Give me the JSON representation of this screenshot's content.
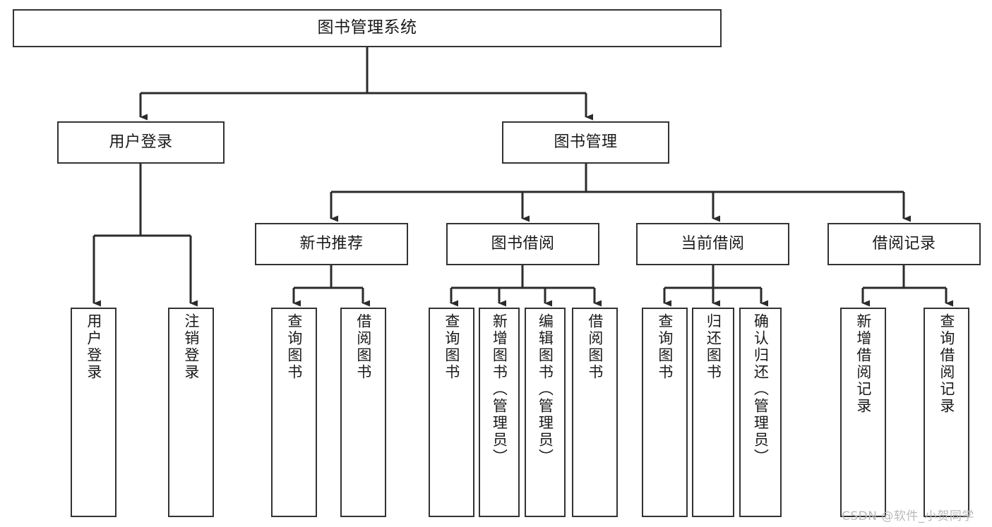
{
  "diagram": {
    "type": "tree",
    "title": "图书管理系统",
    "colors": {
      "background": "#ffffff",
      "box_border": "#333333",
      "box_fill": "#ffffff",
      "connector": "#2b2b2b",
      "text": "#1a1a1a",
      "watermark": "#b9b9b9"
    },
    "root": {
      "label": "图书管理系统"
    },
    "level2": [
      {
        "label": "用户登录"
      },
      {
        "label": "图书管理"
      }
    ],
    "level3": [
      {
        "label": "新书推荐"
      },
      {
        "label": "图书借阅"
      },
      {
        "label": "当前借阅"
      },
      {
        "label": "借阅记录"
      }
    ],
    "leaves": {
      "user_login": [
        {
          "label": "用户登录"
        },
        {
          "label": "注销登录"
        }
      ],
      "new_book": [
        {
          "label": "查询图书"
        },
        {
          "label": "借阅图书"
        }
      ],
      "book_borrow": [
        {
          "label": "查询图书"
        },
        {
          "label": "新增图书（管理员）"
        },
        {
          "label": "编辑图书（管理员）"
        },
        {
          "label": "借阅图书"
        }
      ],
      "current_borrow": [
        {
          "label": "查询图书"
        },
        {
          "label": "归还图书"
        },
        {
          "label": "确认归还（管理员）"
        }
      ],
      "borrow_record": [
        {
          "label": "新增借阅记录"
        },
        {
          "label": "查询借阅记录"
        }
      ]
    },
    "watermark": "CSDN @软件_小贺同学"
  }
}
